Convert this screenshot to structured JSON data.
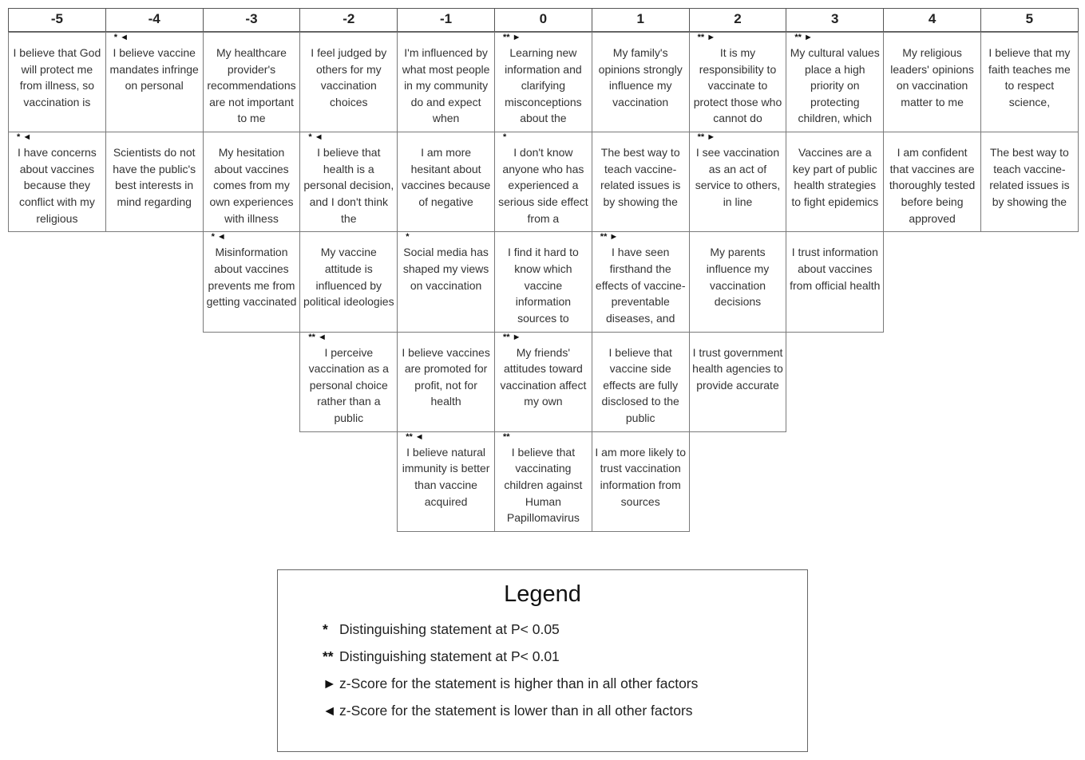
{
  "columns": [
    {
      "label": "-5",
      "cells": [
        {
          "marks": "",
          "text": "I believe that God will protect me from illness, so vaccination is"
        },
        {
          "marks": "* ◄",
          "text": "I have concerns about vaccines because they conflict with my religious"
        }
      ]
    },
    {
      "label": "-4",
      "cells": [
        {
          "marks": "* ◄",
          "text": "I believe vaccine mandates infringe on personal"
        },
        {
          "marks": "",
          "text": "Scientists do not have the public's best interests in mind regarding"
        }
      ]
    },
    {
      "label": "-3",
      "cells": [
        {
          "marks": "",
          "text": "My healthcare provider's recommendations are not important to me"
        },
        {
          "marks": "",
          "text": "My hesitation about vaccines comes from my own experiences with illness"
        },
        {
          "marks": "* ◄",
          "text": "Misinformation about vaccines prevents me from getting vaccinated"
        }
      ]
    },
    {
      "label": "-2",
      "cells": [
        {
          "marks": "",
          "text": "I feel judged by others for my vaccination choices"
        },
        {
          "marks": "* ◄",
          "text": "I believe that health is a personal decision, and I don't think the"
        },
        {
          "marks": "",
          "text": "My vaccine attitude is influenced by political ideologies"
        },
        {
          "marks": "** ◄",
          "text": "I perceive vaccination as a personal choice rather than a public"
        }
      ]
    },
    {
      "label": "-1",
      "cells": [
        {
          "marks": "",
          "text": "I'm influenced by what most people in my community do and expect when"
        },
        {
          "marks": "",
          "text": "I am more hesitant about vaccines because of negative"
        },
        {
          "marks": "*",
          "text": "Social media has shaped my views on vaccination"
        },
        {
          "marks": "",
          "text": "I believe vaccines are promoted for profit, not for health"
        },
        {
          "marks": "** ◄",
          "text": "I believe natural immunity is better than vaccine acquired"
        }
      ]
    },
    {
      "label": "0",
      "cells": [
        {
          "marks": "** ►",
          "text": "Learning new information and clarifying misconceptions about the"
        },
        {
          "marks": "*",
          "text": "I don't know anyone who has experienced a serious side effect from a"
        },
        {
          "marks": "",
          "text": "I find it hard to know which vaccine information sources to"
        },
        {
          "marks": "** ►",
          "text": "My friends' attitudes toward vaccination affect my own"
        },
        {
          "marks": "**",
          "text": "I believe that vaccinating children against Human Papillomavirus"
        }
      ]
    },
    {
      "label": "1",
      "cells": [
        {
          "marks": "",
          "text": "My family's opinions strongly influence my vaccination"
        },
        {
          "marks": "",
          "text": "The best way to teach vaccine-related issues is by showing the"
        },
        {
          "marks": "** ►",
          "text": "I have seen firsthand the effects of vaccine-preventable diseases, and"
        },
        {
          "marks": "",
          "text": "I believe that vaccine side effects are fully disclosed to the public"
        },
        {
          "marks": "",
          "text": "I am more likely to trust vaccination information from sources"
        }
      ]
    },
    {
      "label": "2",
      "cells": [
        {
          "marks": "** ►",
          "text": "It is my responsibility to vaccinate to protect those who cannot do"
        },
        {
          "marks": "** ►",
          "text": "I see vaccination as an act of service to others, in line"
        },
        {
          "marks": "",
          "text": "My parents influence my vaccination decisions"
        },
        {
          "marks": "",
          "text": "I trust government health agencies to provide accurate"
        }
      ]
    },
    {
      "label": "3",
      "cells": [
        {
          "marks": "** ►",
          "text": "My cultural values place a high priority on protecting children, which"
        },
        {
          "marks": "",
          "text": "Vaccines are a key part of public health strategies to fight epidemics"
        },
        {
          "marks": "",
          "text": "I trust information about vaccines from official health"
        }
      ]
    },
    {
      "label": "4",
      "cells": [
        {
          "marks": "",
          "text": "My religious leaders' opinions on vaccination matter to me"
        },
        {
          "marks": "",
          "text": "I am confident that vaccines are thoroughly tested before being approved"
        }
      ]
    },
    {
      "label": "5",
      "cells": [
        {
          "marks": "",
          "text": "I believe that my faith teaches me to respect science,"
        },
        {
          "marks": "",
          "text": "The best way to teach vaccine-related issues is by showing the"
        }
      ]
    }
  ],
  "legend": {
    "title": "Legend",
    "items": [
      {
        "symbol": "*",
        "text": "Distinguishing statement at P< 0.05"
      },
      {
        "symbol": "**",
        "text": "Distinguishing statement at P< 0.01"
      },
      {
        "symbol": "►",
        "text": "z-Score for the statement is higher than in all other factors"
      },
      {
        "symbol": "◄",
        "text": "z-Score for the statement is lower than in all other factors"
      }
    ]
  }
}
